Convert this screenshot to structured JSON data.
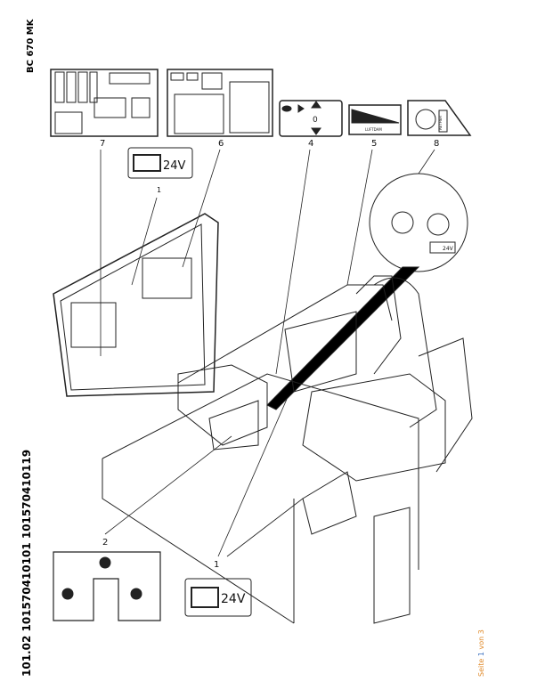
{
  "document": {
    "model": "BC 670 MK",
    "codes": "101.02 101570410101 101570410119",
    "page": {
      "prefix": "Seite",
      "current": "1",
      "middle": "von",
      "total": "3"
    }
  },
  "drawing": {
    "callouts": {
      "c1_top": "1",
      "c2": "2",
      "c4": "4",
      "c5": "5",
      "c6": "6",
      "c7": "7",
      "c8": "8",
      "c1_bottom": "1"
    },
    "battery_label_top": "24V",
    "battery_label_bottom": "24V",
    "battery_label_small": "24V",
    "decal4_value": "0",
    "decal5_text": "LUFTDAM",
    "decal8_text": "AETHER"
  }
}
